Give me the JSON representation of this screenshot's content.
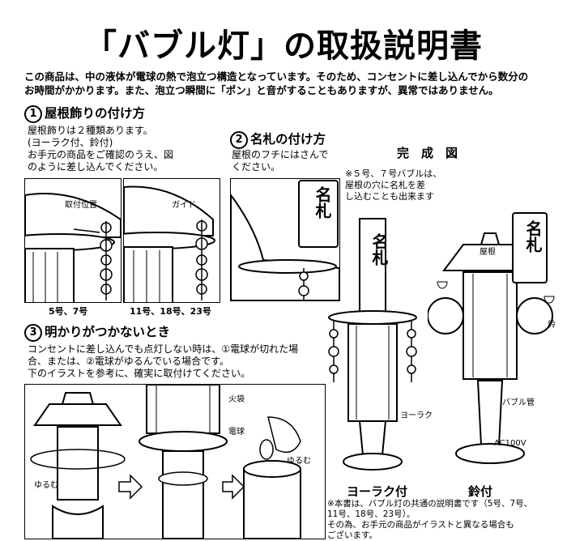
{
  "title": "「バブル灯」の取扱説明書",
  "intro": [
    "この商品は、中の液体が電球の熱で泡立つ構造となっています。そのため、コンセントに差し込んでから数分の",
    "お時間がかかります。また、泡立つ瞬間に「ポン」と音がすることもありますが、異常ではありません。"
  ],
  "section1": {
    "num": "1",
    "heading": "屋根飾りの付け方",
    "lines": [
      "屋根飾りは２種類あります。",
      "(ヨーラク付、鈴付)",
      "お手元の商品をご確認のうえ、図",
      "のように差し込んでください。"
    ],
    "label_position": "取付位置",
    "label_guide": "ガイド",
    "caption_left": "5号、7号",
    "caption_right": "11号、18号、23号"
  },
  "section2": {
    "num": "2",
    "heading": "名札の付け方",
    "lines": [
      "屋根のフチにはさんで",
      "ください。"
    ],
    "tag_text": "名札"
  },
  "section3": {
    "num": "3",
    "heading": "明かりがつかないとき",
    "lines": [
      "コンセントに差し込んでも点灯しない時は、①電球が切れた場",
      "合、または、②電球がゆるんでいる場合です。",
      "下のイラストを参考に、確実に取付けてください。"
    ],
    "label_loose1": "ゆるむ",
    "label_cover": "火袋",
    "label_bulb": "電球",
    "label_loose2": "ゆるむ"
  },
  "complete": {
    "heading": "完　成　図",
    "note": [
      "※５号、７号バブルは、",
      "屋根の穴に名札を差",
      "し込むことも出来ます"
    ],
    "tag_text": "名札",
    "label_roof": "屋根",
    "label_bell": "鈴",
    "label_bubble": "バブル管",
    "label_yoraku": "ヨーラク",
    "label_ac": "AC100V",
    "name_left": "ヨーラク付",
    "name_right": "鈴付",
    "footnote": [
      "※本書は、バブル灯の共通の説明書です（5号、7号、",
      "11号、18号、23号）。",
      "その為、お手元の商品がイラストと異なる場合も",
      "ございます。"
    ]
  }
}
